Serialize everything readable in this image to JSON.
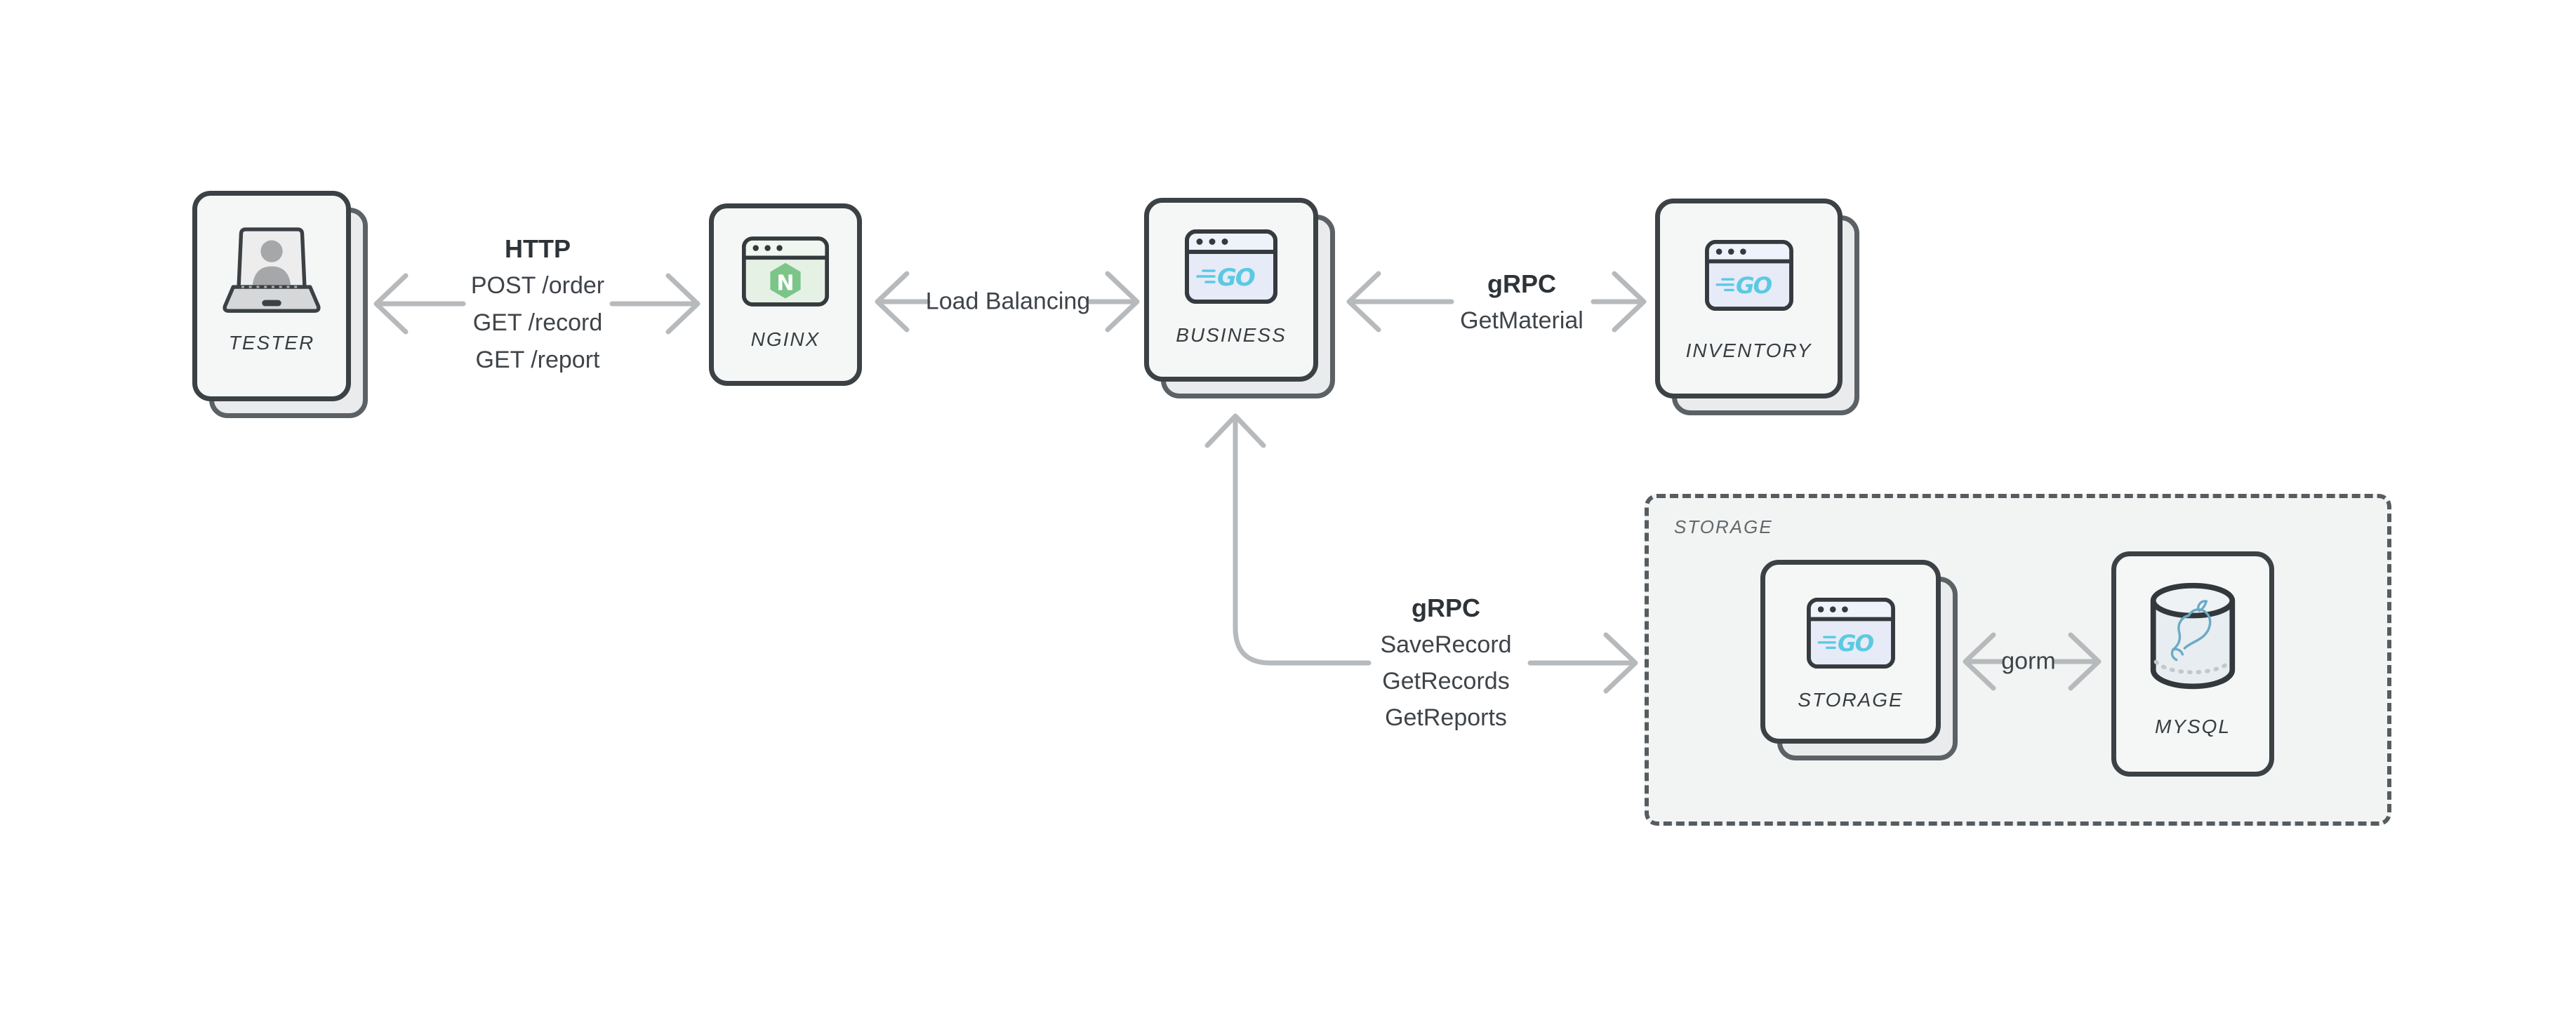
{
  "diagram": {
    "nodes": {
      "tester": {
        "label": "TESTER",
        "icon": "laptop-user-icon"
      },
      "nginx": {
        "label": "NGINX",
        "icon": "browser-nginx-icon",
        "icon_letter": "N"
      },
      "business": {
        "label": "BUSINESS",
        "icon": "browser-go-icon",
        "icon_text": "GO"
      },
      "inventory": {
        "label": "INVENTORY",
        "icon": "browser-go-icon",
        "icon_text": "GO"
      },
      "storage": {
        "label": "STORAGE",
        "icon": "browser-go-icon",
        "icon_text": "GO"
      },
      "mysql": {
        "label": "MYSQL",
        "icon": "database-mysql-icon"
      }
    },
    "group": {
      "label": "STORAGE"
    },
    "edges": {
      "tester_nginx": {
        "protocol": "HTTP",
        "lines": [
          "POST /order",
          "GET /record",
          "GET /report"
        ],
        "direction": "bidirectional"
      },
      "nginx_business": {
        "label": "Load Balancing",
        "direction": "bidirectional"
      },
      "business_inventory": {
        "protocol": "gRPC",
        "lines": [
          "GetMaterial"
        ],
        "direction": "bidirectional"
      },
      "business_storage": {
        "protocol": "gRPC",
        "lines": [
          "SaveRecord",
          "GetRecords",
          "GetReports"
        ],
        "direction": "bidirectional"
      },
      "storage_mysql": {
        "label": "gorm",
        "direction": "bidirectional"
      }
    },
    "colors": {
      "background": "#ffffff",
      "card_fill": "#f5f7f6",
      "card_border": "#3b4145",
      "card_shadow_fill": "#eaebec",
      "card_shadow_border": "#5b6165",
      "arrow": "#b7babc",
      "text_primary": "#2e3338",
      "text_secondary": "#3f4449",
      "node_label": "#383d42",
      "group_fill": "#f2f3f3",
      "group_border": "#565c60",
      "nginx_green": "#7cc588",
      "nginx_window_body": "#e6f1e6",
      "nginx_window_header": "#f0f7f0",
      "go_cyan": "#5cc9e3",
      "go_window_body": "#e6ebf7",
      "go_window_header": "#eff2fa",
      "mysql_cylinder_fill": "#e7edf1",
      "mysql_dolphin": "#6aabc5"
    }
  }
}
